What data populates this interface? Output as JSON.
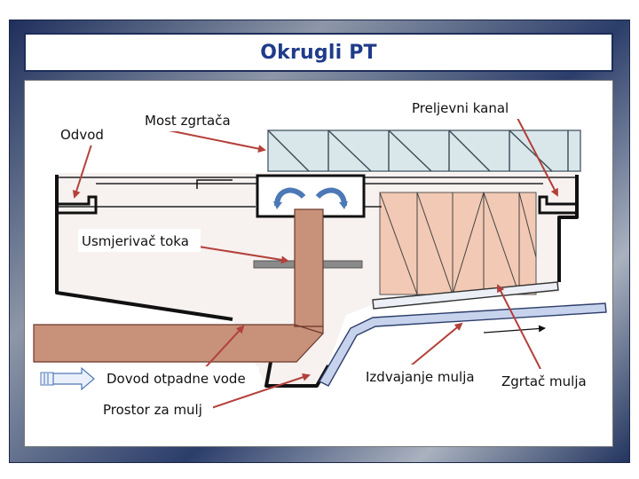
{
  "title": "Okrugli PT",
  "labels": {
    "odvod": "Odvod",
    "most": "Most zgrtača",
    "preljevni": "Preljevni kanal",
    "usmjerivac": "Usmjerivač toka",
    "dovod": "Dovod otpadne vode",
    "prostor": "Prostor za mulj",
    "izdvajanje": "Izdvajanje mulja",
    "zgrtac": "Zgrtač mulja"
  },
  "colors": {
    "frame_dark": "#1e2f5c",
    "title_text": "#1f3b8a",
    "bridge_fill": "#d9e7ea",
    "tank_interior": "#f6efee",
    "sludge_zone": "#f2c9b4",
    "pipe": "#c8917a",
    "sludge_pipe": "#c7d3ec",
    "arrow": "#b3403a",
    "flow_icon": "#4d78b6"
  }
}
